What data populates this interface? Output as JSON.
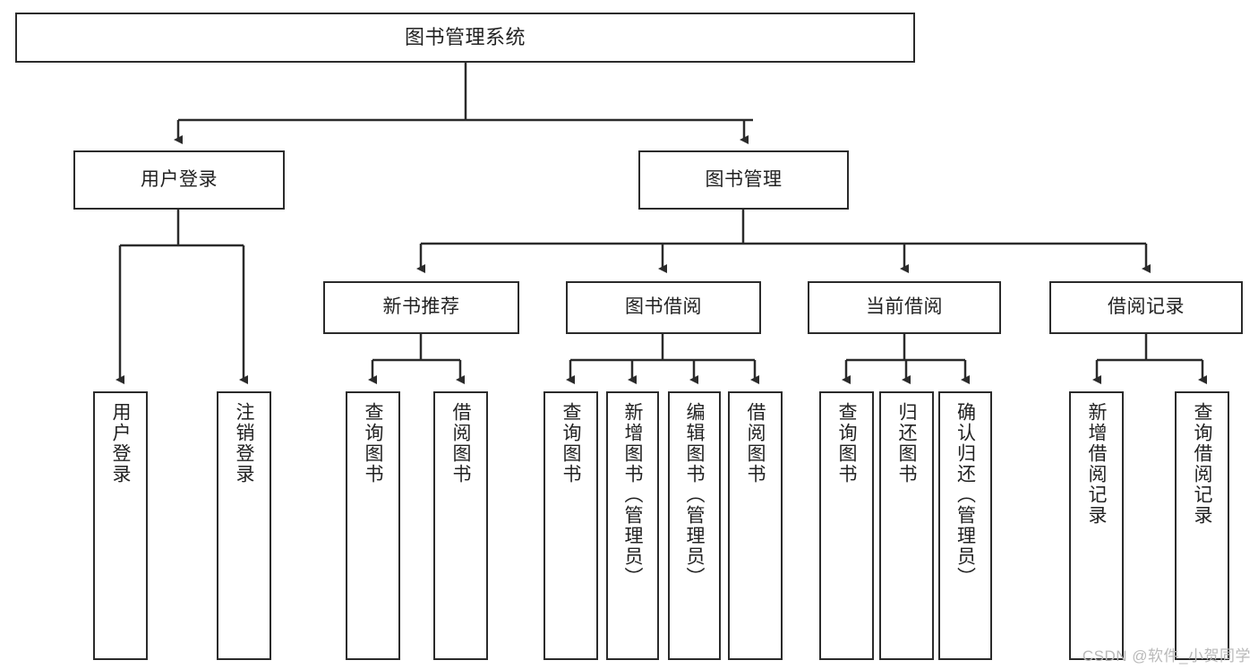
{
  "diagram": {
    "title": "图书管理系统",
    "watermark": "CSDN @软件_小贺同学",
    "colors": {
      "stroke": "#2b2b2b",
      "fill": "#ffffff",
      "text": "#222222",
      "watermark": "#b9b9b9"
    },
    "nodes": {
      "root": {
        "label": "图书管理系统"
      },
      "level2": [
        {
          "label": "用户登录"
        },
        {
          "label": "图书管理"
        }
      ],
      "level3": [
        {
          "label": "新书推荐"
        },
        {
          "label": "图书借阅"
        },
        {
          "label": "当前借阅"
        },
        {
          "label": "借阅记录"
        }
      ],
      "leaves_user_login": [
        {
          "label": "用户登录"
        },
        {
          "label": "注销登录"
        }
      ],
      "leaves_new_book": [
        {
          "label": "查询图书"
        },
        {
          "label": "借阅图书"
        }
      ],
      "leaves_borrow": [
        {
          "label": "查询图书"
        },
        {
          "label": "新增图书（管理员）"
        },
        {
          "label": "编辑图书（管理员）"
        },
        {
          "label": "借阅图书"
        }
      ],
      "leaves_current": [
        {
          "label": "查询图书"
        },
        {
          "label": "归还图书"
        },
        {
          "label": "确认归还（管理员）"
        }
      ],
      "leaves_record": [
        {
          "label": "新增借阅记录"
        },
        {
          "label": "查询借阅记录"
        }
      ]
    }
  }
}
